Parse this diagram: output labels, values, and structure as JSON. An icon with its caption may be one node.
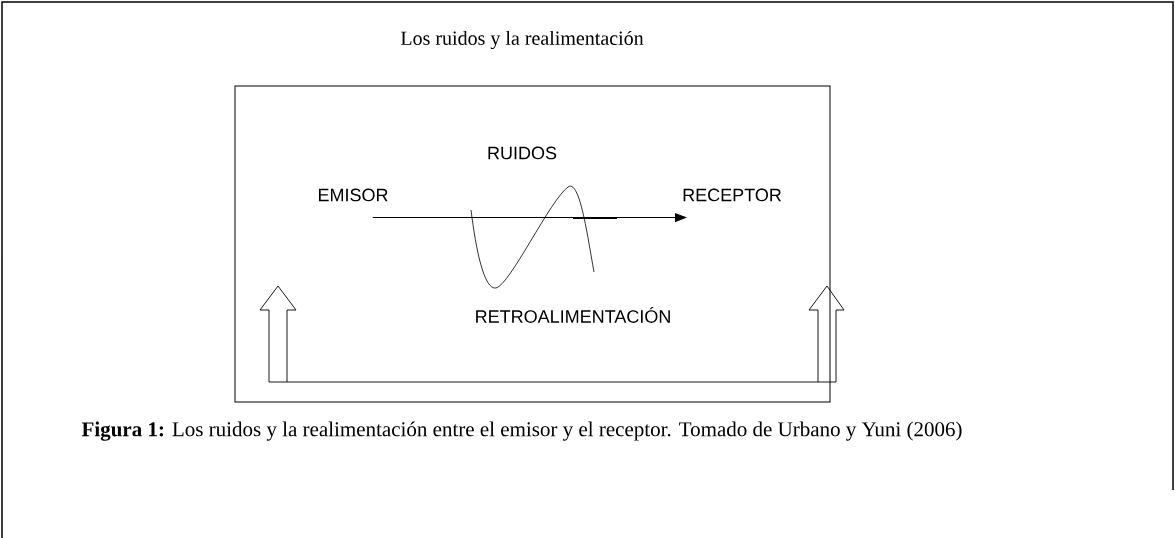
{
  "diagram": {
    "title": "Los ruidos y la realimentación",
    "caption": "**Figura 1:** Los ruidos y la realimentación entre el emisor y el receptor. Tomado de Urbano y Yuni (2006)",
    "nodes": [
      {
        "text": [
          "EMISOR"
        ]
      },
      {
        "text": [
          "RECEPTOR"
        ]
      }
    ],
    "edges": [
      {
        "from": 0,
        "to": 1,
        "arrow": "to"
      }
    ],
    "labels": [
      "RUIDOS",
      "RETROALIMENTACIÓN"
    ]
  }
}
